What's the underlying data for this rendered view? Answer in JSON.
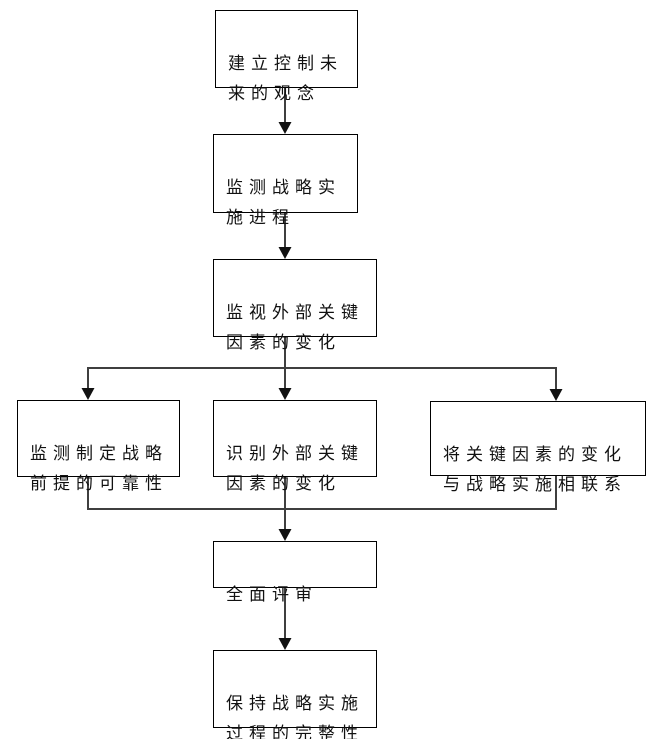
{
  "diagram": {
    "type": "flowchart",
    "direction": "top-down",
    "colors": {
      "background": "#ffffff",
      "box_border": "#000000",
      "text": "#111111",
      "connector": "#3f3f3f",
      "arrowhead": "#111111"
    },
    "nodes": [
      {
        "id": "establish-concept",
        "label": "建立控制未来的观念",
        "lines": [
          "建立控制未",
          "来的观念"
        ]
      },
      {
        "id": "monitor-progress",
        "label": "监测战略实施进程",
        "lines": [
          "监测战略实",
          "施进程"
        ]
      },
      {
        "id": "watch-external-factors",
        "label": "监视外部关键因素的变化",
        "lines": [
          "监视外部关键",
          "因素的变化"
        ]
      },
      {
        "id": "monitor-premise-reliability",
        "label": "监测制定战略前提的可靠性",
        "lines": [
          "监测制定战略",
          "前提的可靠性"
        ]
      },
      {
        "id": "identify-factor-changes",
        "label": "识别外部关键因素的变化",
        "lines": [
          "识别外部关键",
          "因素的变化"
        ]
      },
      {
        "id": "link-changes-implementation",
        "label": "将关键因素的变化与战略实施相联系",
        "lines": [
          "将关键因素的变化",
          "与战略实施相联系"
        ]
      },
      {
        "id": "comprehensive-review",
        "label": "全面评审",
        "lines": [
          "全面评审"
        ]
      },
      {
        "id": "maintain-integrity",
        "label": "保持战略实施过程的完整性",
        "lines": [
          "保持战略实施",
          "过程的完整性"
        ]
      }
    ],
    "edges": [
      {
        "from": "establish-concept",
        "to": "monitor-progress"
      },
      {
        "from": "monitor-progress",
        "to": "watch-external-factors"
      },
      {
        "from": "watch-external-factors",
        "to": "monitor-premise-reliability"
      },
      {
        "from": "watch-external-factors",
        "to": "identify-factor-changes"
      },
      {
        "from": "watch-external-factors",
        "to": "link-changes-implementation"
      },
      {
        "from": "monitor-premise-reliability",
        "to": "comprehensive-review"
      },
      {
        "from": "identify-factor-changes",
        "to": "comprehensive-review"
      },
      {
        "from": "link-changes-implementation",
        "to": "comprehensive-review"
      },
      {
        "from": "comprehensive-review",
        "to": "maintain-integrity"
      }
    ]
  }
}
